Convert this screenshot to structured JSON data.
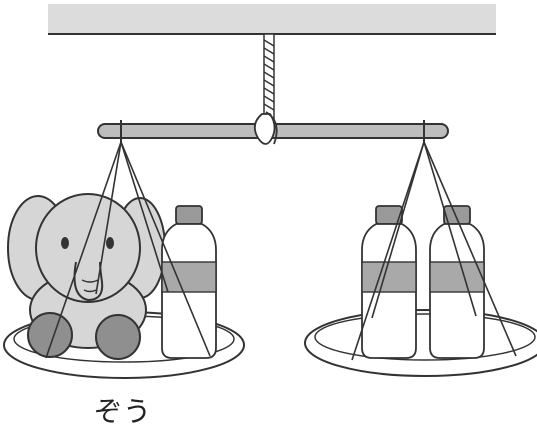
{
  "caption": {
    "elephant_label": "ぞう"
  },
  "colors": {
    "ceiling": "#dcdcdc",
    "beam": "#bdbdbd",
    "outline": "#333333",
    "elephant": "#d6d6d6",
    "elephant_dark": "#8f8f8f",
    "bottle_cap": "#9a9a9a",
    "bottle_label": "#a9a9a9",
    "tray": "#ffffff"
  },
  "objects": {
    "left_pan": [
      "elephant-plush",
      "water-bottle"
    ],
    "right_pan": [
      "water-bottle",
      "water-bottle"
    ]
  }
}
